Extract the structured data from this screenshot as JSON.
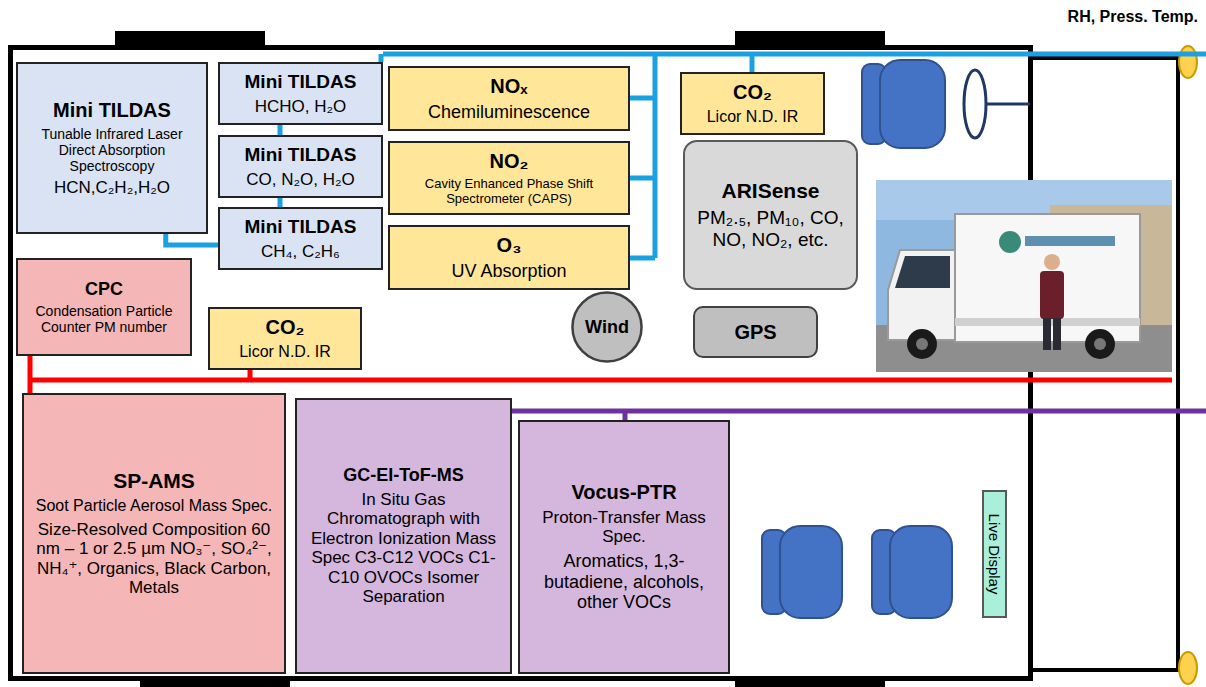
{
  "diagram": {
    "nodes": [
      {
        "text": [
          "Mini TILDAS",
          "Tunable Infrared Laser Direct Absorption Spectroscopy",
          "HCN,C₂H₂,H₂O"
        ]
      },
      {
        "text": [
          "Mini TILDAS",
          "HCHO, H₂O"
        ]
      },
      {
        "text": [
          "Mini TILDAS",
          "CO, N₂O, H₂O"
        ]
      },
      {
        "text": [
          "Mini TILDAS",
          "CH₄, C₂H₆"
        ]
      },
      {
        "text": [
          "NOₓ",
          "Chemiluminescence"
        ]
      },
      {
        "text": [
          "NO₂",
          "Cavity Enhanced Phase Shift Spectrometer (CAPS)"
        ]
      },
      {
        "text": [
          "O₃",
          "UV Absorption"
        ]
      },
      {
        "text": [
          "CO₂",
          "Licor N.D. IR"
        ]
      },
      {
        "text": [
          "ARISense",
          "PM₂.₅, PM₁₀, CO, NO, NO₂, etc."
        ]
      },
      {
        "text": [
          "CPC",
          "Condensation Particle Counter PM number"
        ]
      },
      {
        "text": [
          "CO₂",
          "Licor N.D. IR"
        ]
      },
      {
        "text": [
          "Wind"
        ]
      },
      {
        "text": [
          "GPS"
        ]
      },
      {
        "text": [
          "SP-AMS",
          "Soot Particle Aerosol Mass Spec.",
          "Size-Resolved Composition 60 nm – 1 or 2.5 µm NO₃⁻, SO₄²⁻, NH₄⁺, Organics, Black Carbon, Metals"
        ]
      },
      {
        "text": [
          "GC-EI-ToF-MS",
          "In Situ Gas Chromatograph with Electron Ionization Mass Spec C3-C12 VOCs C1-C10 OVOCs Isomer Separation"
        ]
      },
      {
        "text": [
          "Vocus-PTR",
          "Proton-Transfer Mass Spec.",
          "Aromatics, 1,3-butadiene, alcohols, other VOCs"
        ]
      },
      {
        "text": [
          "Live Display"
        ]
      }
    ],
    "edges": [
      {
        "from": 1,
        "to": 2,
        "arrow": "none"
      },
      {
        "from": 2,
        "to": 3,
        "arrow": "none"
      },
      {
        "from": 0,
        "to": 3,
        "arrow": "none"
      }
    ],
    "labels": [
      "RH, Press. Temp."
    ]
  }
}
